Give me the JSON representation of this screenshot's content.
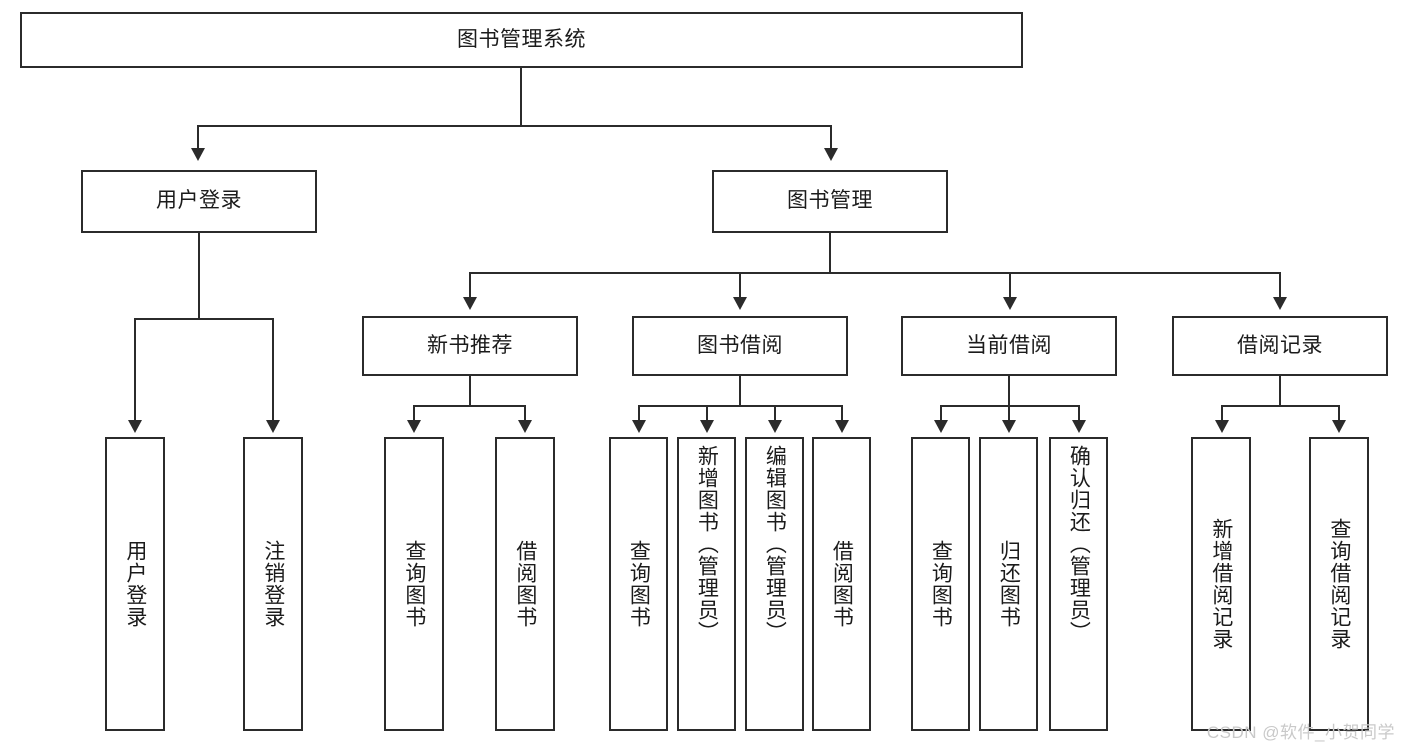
{
  "diagram": {
    "title_node": {
      "label": "图书管理系统"
    },
    "level2": [
      {
        "label": "用户登录"
      },
      {
        "label": "图书管理"
      }
    ],
    "level3": [
      {
        "label": "新书推荐"
      },
      {
        "label": "图书借阅"
      },
      {
        "label": "当前借阅"
      },
      {
        "label": "借阅记录"
      }
    ],
    "leaves": {
      "user_login": [
        {
          "label": "用户登录"
        },
        {
          "label": "注销登录"
        }
      ],
      "new_book": [
        {
          "label": "查询图书"
        },
        {
          "label": "借阅图书"
        }
      ],
      "borrow_book": [
        {
          "label": "查询图书"
        },
        {
          "label": "新增图书（管理员）"
        },
        {
          "label": "编辑图书（管理员）"
        },
        {
          "label": "借阅图书"
        }
      ],
      "current_borrow": [
        {
          "label": "查询图书"
        },
        {
          "label": "归还图书"
        },
        {
          "label": "确认归还（管理员）"
        }
      ],
      "borrow_record": [
        {
          "label": "新增借阅记录"
        },
        {
          "label": "查询借阅记录"
        }
      ]
    }
  },
  "watermark": {
    "text": "CSDN @软件_小贺同学"
  },
  "colors": {
    "stroke": "#2b2b2b",
    "text": "#1b1b1b",
    "background": "#ffffff",
    "watermark": "#c9c9c9"
  }
}
